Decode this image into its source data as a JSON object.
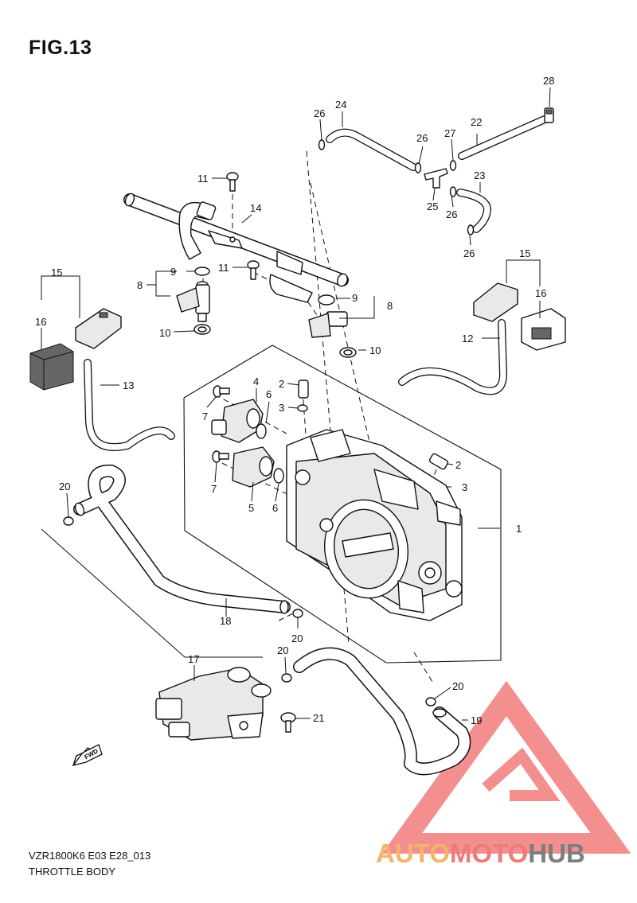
{
  "figure": {
    "title": "FIG.13",
    "model_code": "VZR1800K6 E03 E28_013",
    "section_name": "THROTTLE BODY"
  },
  "direction_marker": {
    "label": "FWD",
    "icon": "fwd-arrow-icon"
  },
  "callouts": {
    "c1": "1",
    "c2a": "2",
    "c2b": "2",
    "c3a": "3",
    "c3b": "3",
    "c4": "4",
    "c5": "5",
    "c6a": "6",
    "c6b": "6",
    "c7a": "7",
    "c7b": "7",
    "c8a": "8",
    "c8b": "8",
    "c9a": "9",
    "c9b": "9",
    "c10a": "10",
    "c10b": "10",
    "c11a": "11",
    "c11b": "11",
    "c12": "12",
    "c13": "13",
    "c14": "14",
    "c15a": "15",
    "c15b": "15",
    "c16a": "16",
    "c16b": "16",
    "c17": "17",
    "c18": "18",
    "c19": "19",
    "c20a": "20",
    "c20b": "20",
    "c20c": "20",
    "c20d": "20",
    "c21": "21",
    "c22": "22",
    "c23": "23",
    "c24": "24",
    "c25": "25",
    "c26a": "26",
    "c26b": "26",
    "c26c": "26",
    "c26d": "26",
    "c27": "27",
    "c28": "28"
  },
  "watermark": {
    "part1": "AUTO",
    "part2": "MOTO",
    "part3": "HUB",
    "color_auto": "#f3b46a",
    "color_moto": "#f07a7a",
    "color_hub": "#7d7d7d",
    "logo_color": "#f06a6a"
  }
}
